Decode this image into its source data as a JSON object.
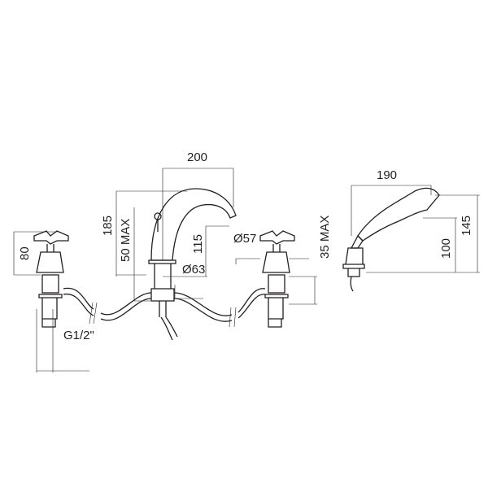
{
  "dimensions": {
    "spout_reach": "200",
    "hand_shower_length": "190",
    "spout_height": "185",
    "deck_max_spout": "50 MAX",
    "spout_outlet_height": "115",
    "handle_height": "80",
    "handle_diameter": "Ø57",
    "spout_base_diameter": "Ø63",
    "deck_max_handle": "35 MAX",
    "shower_holder_height": "100",
    "shower_total_height": "145",
    "connection_thread": "G1/2\""
  }
}
